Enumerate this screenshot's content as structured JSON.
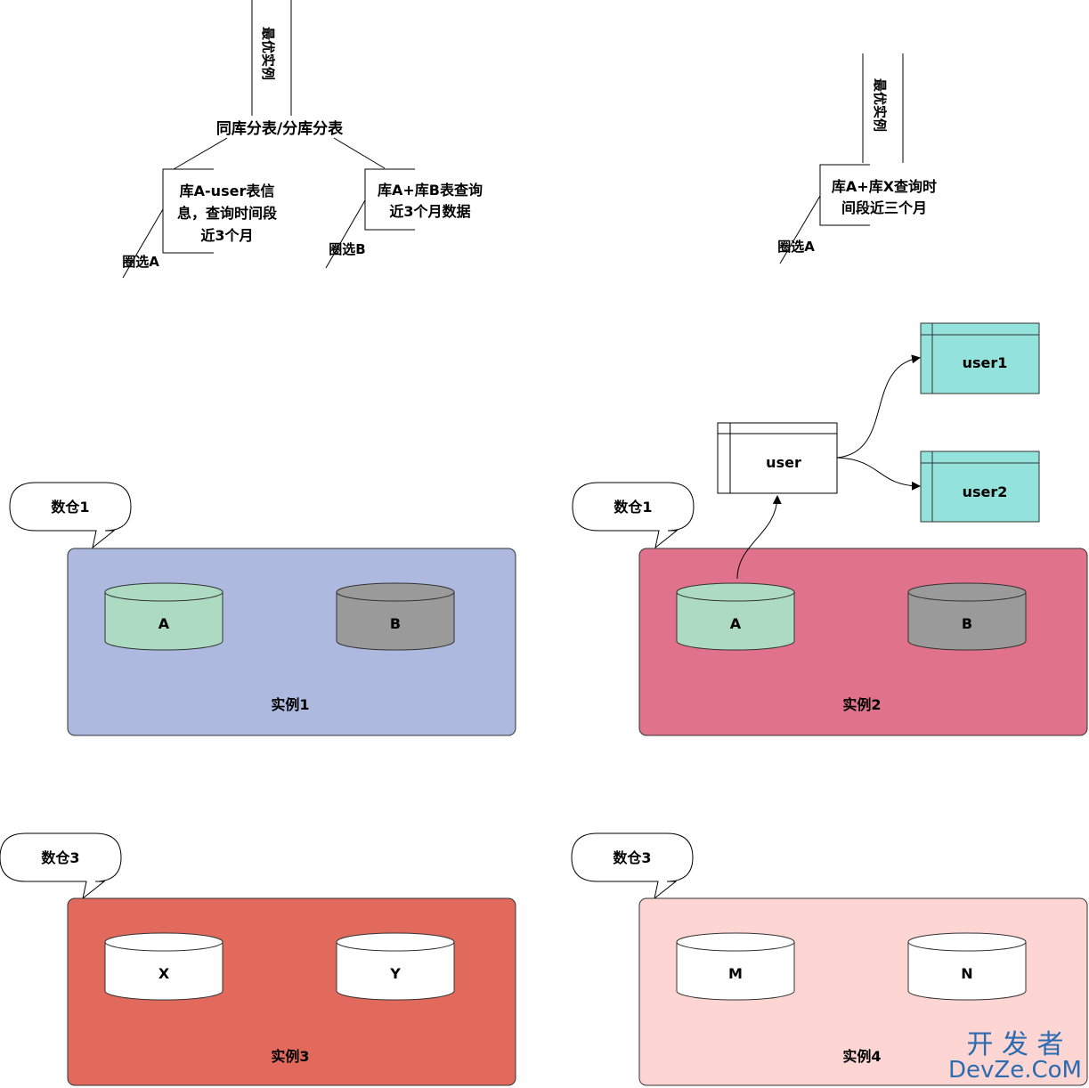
{
  "annotations": {
    "left": {
      "vertical_label": "最优实例",
      "title": "同库分表/分库分表",
      "note_a": [
        "库A-user表信",
        "息，查询时间段",
        "近3个月"
      ],
      "note_b": [
        "库A+库B表查询",
        "近3个月数据"
      ],
      "tag_a": "圈选A",
      "tag_b": "圈选B"
    },
    "right": {
      "vertical_label": "最优实例",
      "note_a": [
        "库A+库X查询时",
        "间段近三个月"
      ],
      "tag_a": "圈选A"
    }
  },
  "tables": {
    "user": "user",
    "user1": "user1",
    "user2": "user2"
  },
  "bubbles": {
    "dw1_left": "数仓1",
    "dw1_right": "数仓1",
    "dw3_left": "数仓3",
    "dw3_right": "数仓3"
  },
  "instances": {
    "inst1": {
      "label": "实例1",
      "db1": "A",
      "db2": "B"
    },
    "inst2": {
      "label": "实例2",
      "db1": "A",
      "db2": "B"
    },
    "inst3": {
      "label": "实例3",
      "db1": "X",
      "db2": "Y"
    },
    "inst4": {
      "label": "实例4",
      "db1": "M",
      "db2": "N"
    }
  },
  "watermark": {
    "line1": "开 发 者",
    "line2": "DevZe.CoM"
  },
  "colors": {
    "inst1": "#aeb9e0",
    "inst2": "#e0728c",
    "inst3": "#e26a5c",
    "inst4": "#fdd5d3",
    "db_green": "#acdbc1",
    "db_gray": "#9a9a9a",
    "db_white": "#ffffff",
    "table_teal": "#94e2dc"
  }
}
